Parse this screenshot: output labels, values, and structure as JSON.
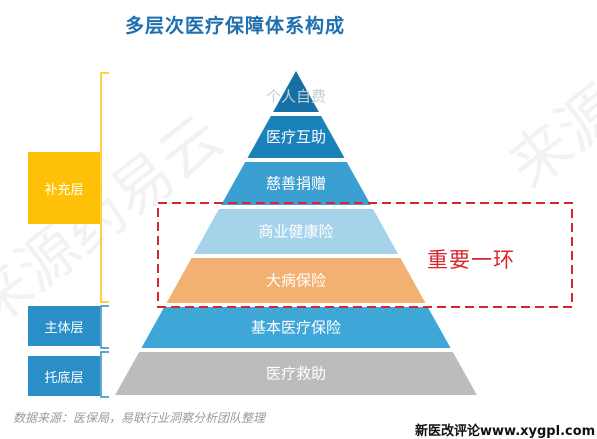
{
  "title": "多层次医疗保障体系构成",
  "tiers": [
    {
      "label": "个人自费",
      "color": "#1570a6",
      "text_color": "#c6cdd2"
    },
    {
      "label": "医疗互助",
      "color": "#1a82bb",
      "text_color": "#ffffff"
    },
    {
      "label": "慈善捐赠",
      "color": "#3b9fd1",
      "text_color": "#ffffff"
    },
    {
      "label": "商业健康险",
      "color": "#a4d3ea",
      "text_color": "#ffffff"
    },
    {
      "label": "大病保险",
      "color": "#f2b072",
      "text_color": "#ffffff"
    },
    {
      "label": "基本医疗保险",
      "color": "#3fa7d8",
      "text_color": "#ffffff"
    },
    {
      "label": "医疗救助",
      "color": "#bcbcbc",
      "text_color": "#ffffff"
    }
  ],
  "side_groups": [
    {
      "label": "补充层",
      "color": "#ffc107",
      "bracket_color": "#ffc107"
    },
    {
      "label": "主体层",
      "color": "#2a8ec7",
      "bracket_color": "#2a8ec7"
    },
    {
      "label": "托底层",
      "color": "#2a8ec7",
      "bracket_color": "#2a8ec7"
    }
  ],
  "highlight": {
    "label": "重要一环",
    "color": "#d8262c"
  },
  "source": "数据来源：医保局，易联行业洞察分析团队整理",
  "site": "新医改评论www.xygpl.com",
  "watermark_text": "来源药易云"
}
